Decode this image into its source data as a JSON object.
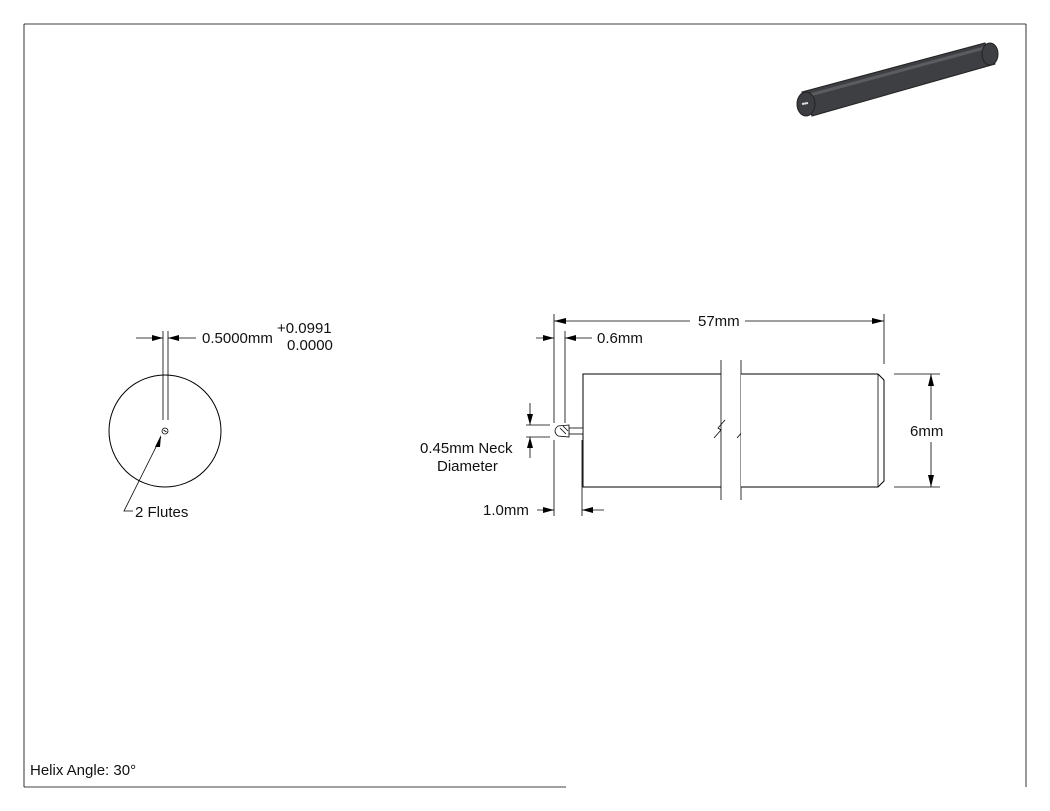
{
  "drawing": {
    "front_view": {
      "diameter_label": "0.5000mm",
      "tol_upper": "+0.0991",
      "tol_lower": "0.0000",
      "flutes_label": "2 Flutes"
    },
    "side_view": {
      "overall_length": "57mm",
      "cut_length": "0.6mm",
      "neck_line1": "0.45mm Neck",
      "neck_line2": "Diameter",
      "reach_length": "1.0mm",
      "shank_diameter": "6mm"
    },
    "notes": {
      "helix": "Helix Angle: 30°"
    },
    "iso_view": {
      "shank_color": "#3d3f42",
      "highlight_color": "#5a5c60"
    }
  }
}
